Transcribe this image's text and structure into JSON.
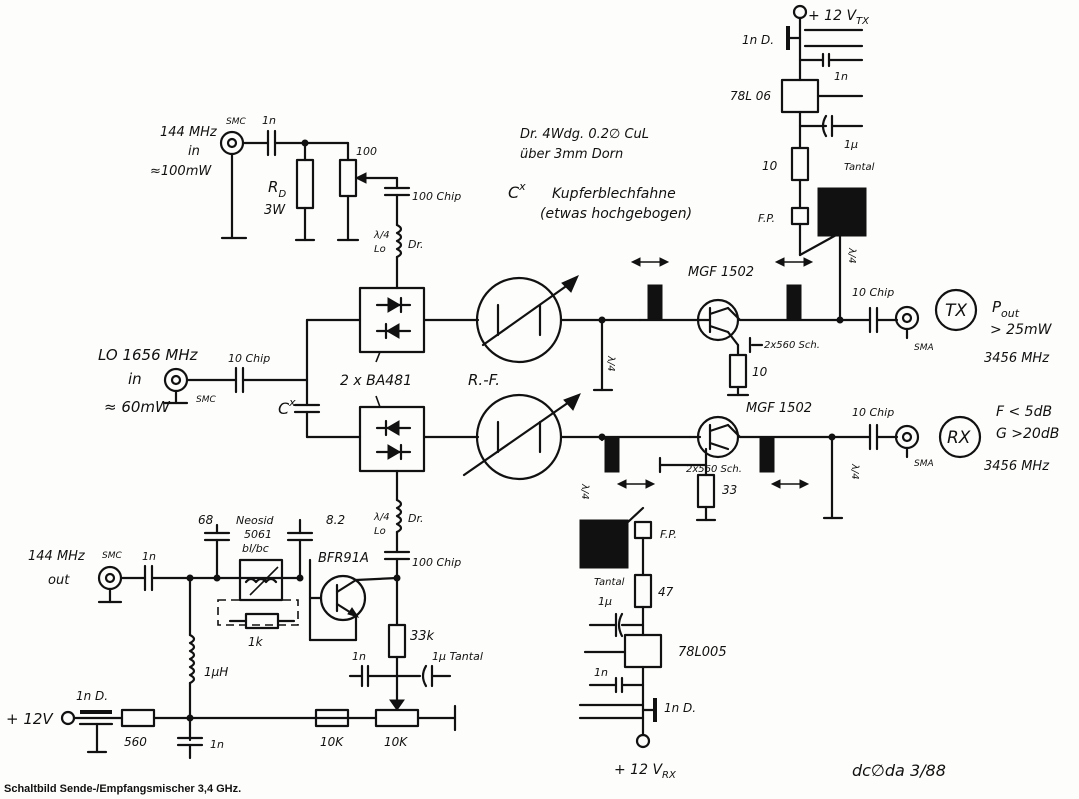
{
  "caption": "Schaltbild Sende-/Empfangsmischer 3,4 GHz.",
  "author": "dc∅da   3/88",
  "notes": {
    "dr_line1": "Dr.  4Wdg. 0.2∅ CuL",
    "dr_line2": "über 3mm Dorn",
    "cx_symbol": "C",
    "cx_sup": "x",
    "cx_line1": "Kupferblechfahne",
    "cx_line2": "(etwas hochgebogen)"
  },
  "ports": {
    "in144_l1": "144 MHz",
    "in144_l2": "in",
    "in144_l3": "≈100mW",
    "smc": "SMC",
    "lo_l1": "LO 1656 MHz",
    "lo_l2": "in",
    "lo_l3": "≈ 60mW",
    "out144_l1": "144 MHz",
    "out144_l2": "out",
    "vplus": "+ 12V",
    "v12tx": "+ 12 V",
    "v12tx_sub": "TX",
    "v12rx": "+ 12 V",
    "v12rx_sub": "RX",
    "sma": "SMA",
    "tx": "TX",
    "rx": "RX",
    "pout": "P",
    "pout_sub": "out",
    "pout_val": "> 25mW",
    "tx_freq": "3456 MHz",
    "rx_f": "F  < 5dB",
    "rx_g": "G  >20dB",
    "rx_freq": "3456 MHz"
  },
  "parts": {
    "c1n": "1n",
    "c1n_b": "1n",
    "c1n_c": "1n",
    "c1n_d": "1n",
    "c1n_e": "1n",
    "pot100": "100",
    "rd": "R",
    "rd_sub": "D",
    "rd_w": "3W",
    "c100chip_a": "100 Chip",
    "c100chip_b": "100 Chip",
    "lambda4_a": "λ/4",
    "lo_a": "Lo",
    "dr_a": "Dr.",
    "lambda4_b": "λ/4",
    "lo_b": "Lo",
    "dr_b": "Dr.",
    "c10chip_lo": "10 Chip",
    "c10chip_tx": "10 Chip",
    "c10chip_rx": "10 Chip",
    "diodes": "2 x BA481",
    "rf": "R.-F.",
    "lam_a": "λ/4",
    "lam_b": "λ/4",
    "lam_c": "λ/4",
    "lam_d": "λ/4",
    "lam_e": "λ/4",
    "mgf_tx": "MGF 1502",
    "mgf_rx": "MGF 1502",
    "src_tx": "2x560 Sch.",
    "src_rx": "2x560 Sch.",
    "r10": "10",
    "r33": "33",
    "c1nd_tx": "1n D.",
    "c1n_tx": "1n",
    "reg_tx": "78L 06",
    "tant_tx_a": "1μ",
    "tant_tx_b": "Tantal",
    "r10_tx": "10",
    "fp_tx": "F.P.",
    "fp_rx": "F.P.",
    "tant_rx_a": "Tantal",
    "tant_rx_b": "1μ",
    "r47": "47",
    "reg_rx": "78L005",
    "c1n_rx": "1n",
    "c1nd_rx": "1n D.",
    "c68": "68",
    "neosid_1": "Neosid",
    "neosid_2": "5061",
    "neosid_3": "bl/bc",
    "c8p2": "8.2",
    "bfr": "BFR91A",
    "r1k": "1k",
    "r33k": "33k",
    "c1n_if": "1n",
    "tant_if": "1μ Tantal",
    "l1uh": "1μH",
    "c1nd_in": "1n D.",
    "r560": "560",
    "c1n_in": "1n",
    "r10k_a": "10K",
    "r10k_b": "10K"
  }
}
